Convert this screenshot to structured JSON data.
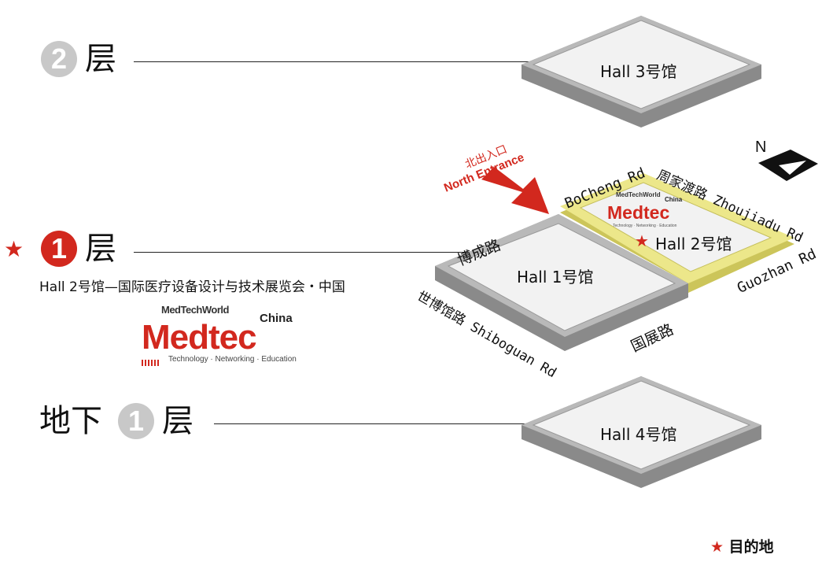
{
  "floors": {
    "f2": {
      "num": "2",
      "suffix": "层"
    },
    "f1": {
      "num": "1",
      "suffix": "层",
      "marker": "★",
      "subtitle": "Hall 2号馆—国际医疗设备设计与技术展览会・中国"
    },
    "b1": {
      "prefix": "地下",
      "num": "1",
      "suffix": "层"
    }
  },
  "halls": {
    "hall3": "Hall 3号馆",
    "hall1": "Hall 1号馆",
    "hall2": "Hall 2号馆",
    "hall2_marker": "★",
    "hall4": "Hall 4号馆"
  },
  "entrance": {
    "cn": "北出入口",
    "en": "North Entrance"
  },
  "compass": {
    "label": "N"
  },
  "roads": {
    "bocheng_en": "BoCheng Rd",
    "bocheng_cn": "博成路",
    "zhoujiadu_cn": "周家渡路",
    "zhoujiadu_en": "Zhoujiadu Rd",
    "guozhan_en": "Guozhan Rd",
    "guozhan_cn": "国展路",
    "shiboguan_cn": "世博馆路",
    "shiboguan_en": "Shiboguan Rd"
  },
  "logo": {
    "top": "MedTechWorld",
    "china": "China",
    "main": "Medtec",
    "tagline": "Technology · Networking · Education"
  },
  "legend": {
    "marker": "★",
    "label": "目的地"
  },
  "colors": {
    "accent": "#d2281e",
    "hall2_highlight": "#ece78a",
    "platform": "#a8a8a8",
    "floor_circle": "#c8c8c8"
  }
}
